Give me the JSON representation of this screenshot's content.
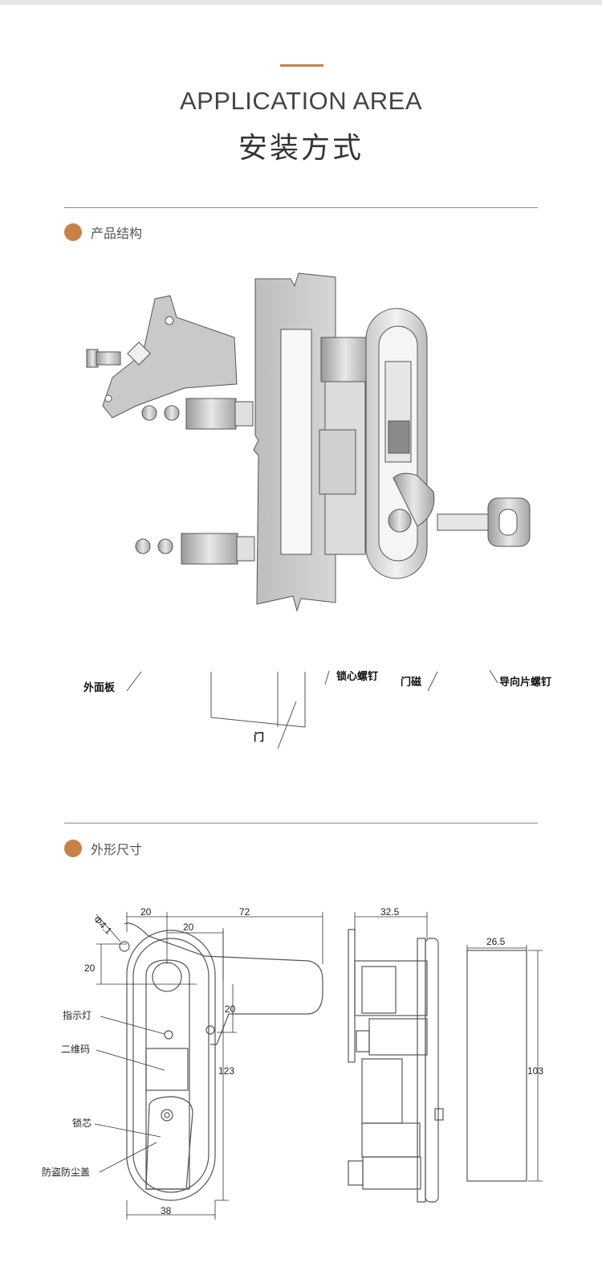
{
  "colors": {
    "accent": "#c7824a",
    "rule": "#8a8a8a",
    "line": "#555555"
  },
  "header": {
    "title_en": "APPLICATION AREA",
    "title_cn": "安装方式"
  },
  "sections": {
    "structure": {
      "label": "产品结构"
    },
    "dimensions": {
      "label": "外形尺寸"
    }
  },
  "structure_labels": {
    "outer_panel": "外面板",
    "door": "门",
    "lock_core_screw": "锁心螺钉",
    "door_magnet": "门磁",
    "guide_plate_screw": "导向片螺钉"
  },
  "dimension_values": {
    "phi": "Φ4.1",
    "top_20_left": "20",
    "top_72": "72",
    "top_20_inner": "20",
    "left_20": "20",
    "right_20": "20",
    "height_123": "123",
    "bottom_38": "38",
    "side_32_5": "32.5",
    "side_26_5": "26.5",
    "side_103": "103"
  },
  "dimension_labels": {
    "indicator": "指示灯",
    "qr_code": "二维码",
    "lock_core": "锁芯",
    "dust_cover": "防盗防尘盖"
  }
}
